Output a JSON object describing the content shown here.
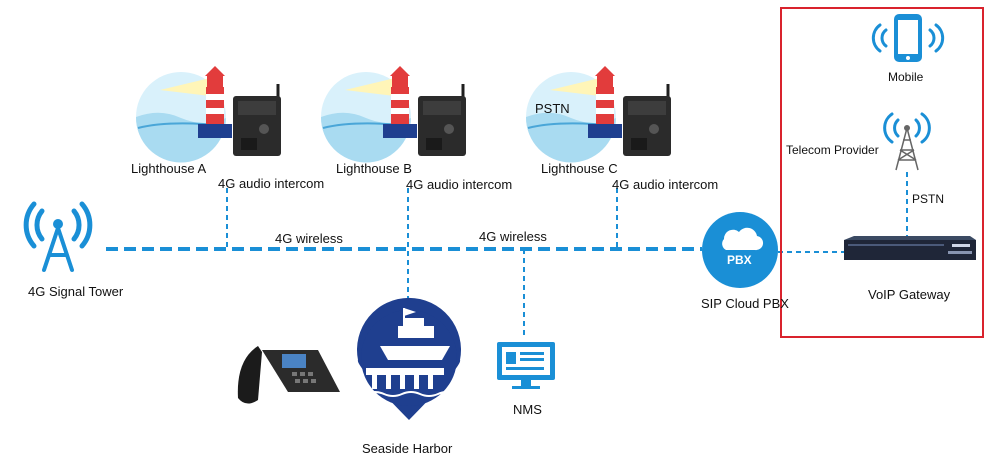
{
  "colors": {
    "line": "#1a8fd6",
    "icon_blue": "#1a8fd6",
    "harbor_blue": "#1f3f8f",
    "frame_red": "#d9232d",
    "sea": "#a9dbf1",
    "sky": "#d9f1fb",
    "device_dark": "#2b2b2b"
  },
  "icons": {
    "signal_tower": "antenna-tower-icon",
    "mobile": "smartphone-icon",
    "provider_tower": "lattice-tower-icon",
    "pbx": "cloud-icon",
    "nms": "monitor-icon",
    "harbor": "ship-harbor-icon",
    "phone": "desk-phone-icon",
    "gateway": "rack-gateway-icon",
    "lighthouse": "lighthouse-icon",
    "intercom": "intercom-device-icon"
  },
  "nodes": {
    "signal_tower": "4G Signal Tower",
    "lighthouse_a": "Lighthouse A",
    "lighthouse_b": "Lighthouse B",
    "lighthouse_c": "Lighthouse C",
    "lighthouse_c_overlay": "PSTN",
    "intercom_a": "4G audio intercom",
    "intercom_b": "4G audio intercom",
    "intercom_c": "4G audio intercom",
    "link_1": "4G wireless",
    "link_2": "4G wireless",
    "pbx_badge": "PBX",
    "pbx": "SIP Cloud PBX",
    "harbor": "Seaside Harbor",
    "nms": "NMS",
    "mobile": "Mobile",
    "telecom": "Telecom Provider",
    "pstn_link": "PSTN",
    "gateway": "VoIP Gateway"
  }
}
